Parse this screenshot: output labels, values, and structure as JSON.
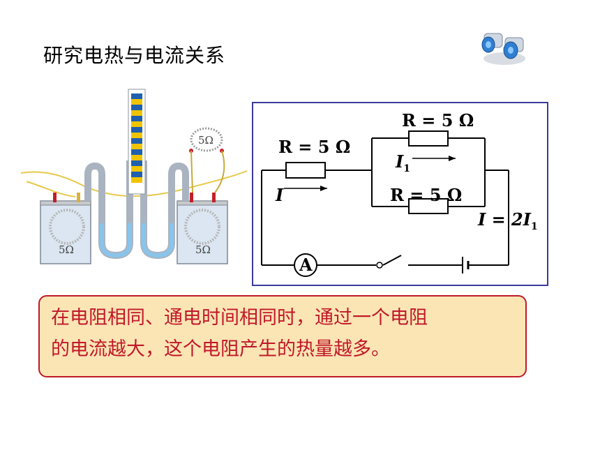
{
  "title": "研究电热与电流关系",
  "apparatus": {
    "left_resistor_label": "5Ω",
    "right_resistor_label": "5Ω",
    "external_resistor_label": "5Ω"
  },
  "circuit": {
    "r_series": "R = 5 Ω",
    "r_parallel_top": "R = 5 Ω",
    "r_parallel_bottom": "R = 5 Ω",
    "current_main": "I",
    "current_branch": "I",
    "current_branch_sub": "1",
    "current_relation": "I = 2I",
    "current_relation_sub": "1",
    "ammeter": "A"
  },
  "conclusion": {
    "line1": "在电阻相同、通电时间相同时，通过一个电阻",
    "line2": "的电流越大，这个电阻产生的热量越多。"
  }
}
